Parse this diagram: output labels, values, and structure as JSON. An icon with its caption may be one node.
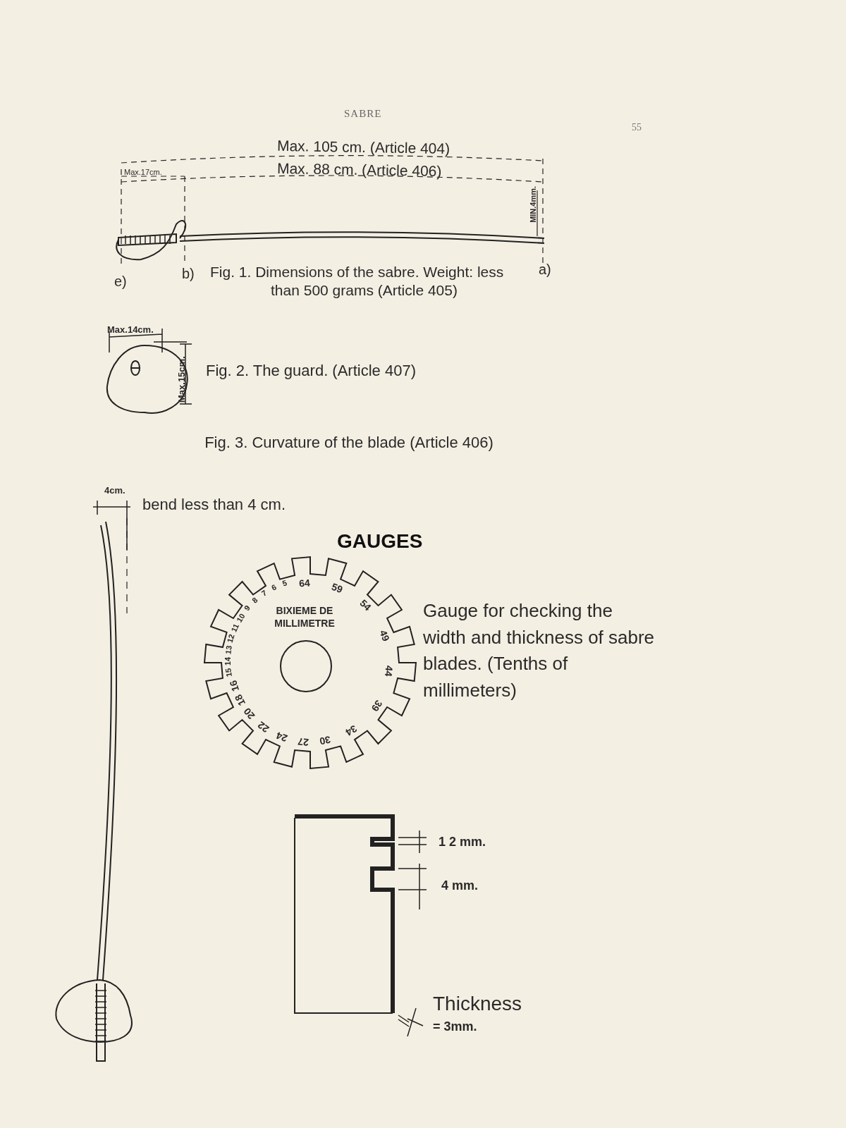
{
  "diagram": {
    "title": "SABRE",
    "labels": [
      "55",
      "Max. 105 cm. (Article 404)",
      "Max.17cm.",
      "Max. 88 cm. (Article 406)",
      "MIN.4mm.",
      "e)",
      "b)",
      "Fig. 1. Dimensions of the sabre. Weight: less than 500 grams (Article 405)",
      "a)",
      "Max.14cm.",
      "Max.15cm.",
      "Fig. 2. The guard. (Article 407)",
      "Fig. 3. Curvature of the blade (Article 406)",
      "4cm.",
      "bend less than 4 cm.",
      "GAUGES",
      "BIXIEME DE MILLIMETRE",
      "64",
      "59",
      "54",
      "49",
      "44",
      "39",
      "34",
      "30",
      "27",
      "24",
      "22",
      "20",
      "18",
      "16",
      "15",
      "14",
      "13",
      "12",
      "11",
      "10",
      "9",
      "8",
      "7",
      "6",
      "5",
      "Gauge for checking the width and thickness of sabre blades. (Tenths of millimeters)",
      "1 2 mm.",
      "4 mm.",
      "Thickness",
      "= 3mm."
    ]
  }
}
